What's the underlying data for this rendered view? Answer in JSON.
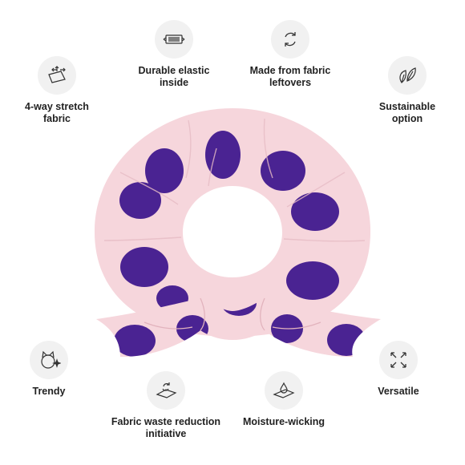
{
  "colors": {
    "fabric": "#f6d6dc",
    "dots": "#4a2392",
    "icon_bg": "#f1f1f1",
    "text": "#222222"
  },
  "features": [
    {
      "id": "durable-elastic",
      "icon": "elastic-band-icon",
      "label": "Durable elastic\ninside"
    },
    {
      "id": "fabric-leftovers",
      "icon": "recycle-arrows-icon",
      "label": "Made from fabric\nleftovers"
    },
    {
      "id": "stretch",
      "icon": "four-way-stretch-icon",
      "label": "4-way stretch\nfabric"
    },
    {
      "id": "sustainable",
      "icon": "leaves-icon",
      "label": "Sustainable\noption"
    },
    {
      "id": "trendy",
      "icon": "cat-sparkle-icon",
      "label": "Trendy"
    },
    {
      "id": "versatile",
      "icon": "expand-arrows-icon",
      "label": "Versatile"
    },
    {
      "id": "waste-reduction",
      "icon": "recycle-box-icon",
      "label": "Fabric waste reduction\ninitiative"
    },
    {
      "id": "moisture",
      "icon": "water-drop-fabric-icon",
      "label": "Moisture-wicking"
    }
  ],
  "product": {
    "item": "scrunchie",
    "pattern": "polka-dot"
  }
}
